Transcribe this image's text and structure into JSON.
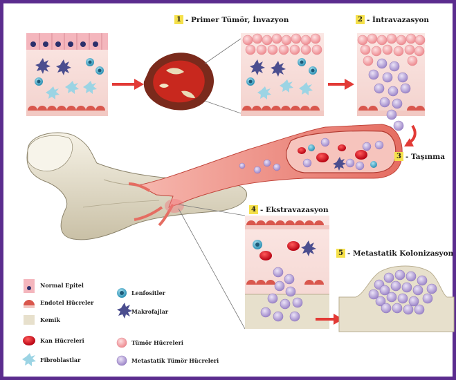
{
  "steps": [
    {
      "number": "1",
      "label": "- Primer Tümör, İnvazyon"
    },
    {
      "number": "2",
      "label": "- İntravazasyon"
    },
    {
      "number": "3",
      "label": "- Taşınma"
    },
    {
      "number": "4",
      "label": "- Ekstravazasyon"
    },
    {
      "number": "5",
      "label": "- Metastatik Kolonizasyon"
    }
  ],
  "legend": {
    "normal_epithelium": "Normal Epitel",
    "endothelial_cells": "Endotel Hücreler",
    "bone": "Kemik",
    "blood_cells": "Kan Hücreleri",
    "fibroblasts": "Fibroblastlar",
    "lymphocytes": "Lenfositler",
    "macrophages": "Makrofajlar",
    "tumor_cells": "Tümör Hücreleri",
    "metastatic_tumor_cells": "Metastatik Tümör Hücreleri"
  },
  "colors": {
    "frame": "#5b2c8e",
    "epithelium": "#f4b6bd",
    "nucleus": "#2b2f6b",
    "endothelium": "#d9574d",
    "blood_cell": "#d0101b",
    "lymphocyte": "#3aa8c8",
    "macrophage": "#4b4e8f",
    "fibroblast": "#9cd4e4",
    "tumor_cell": "#f07a80",
    "metastatic_cell": "#b9a6dc",
    "bone": "#e8e2cf",
    "vessel": "#ec8a7e",
    "arrow": "#e23a36",
    "step_badge": "#f5e04a"
  }
}
